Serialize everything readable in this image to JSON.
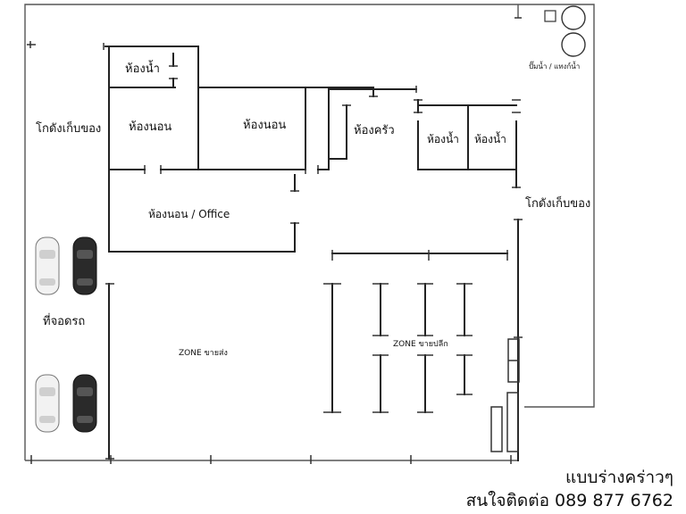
{
  "rooms": {
    "bathroom_top": "ห้องน้ำ",
    "bedroom_1": "ห้องนอน",
    "bedroom_2": "ห้องนอน",
    "kitchen": "ห้องครัว",
    "bathroom_2": "ห้องน้ำ",
    "bathroom_3": "ห้องน้ำ",
    "bedroom_office": "ห้องนอน / Office",
    "warehouse_left": "โกดังเก็บของ",
    "warehouse_right": "โกดังเก็บของ",
    "pump_tank": "ปั๊มน้ำ / แทงก์น้ำ",
    "parking": "ที่จอดรถ",
    "zone_wholesale": "ZONE ขายส่ง",
    "zone_retail": "ZONE ขายปลีก"
  },
  "footer": {
    "line1": "แบบร่างคร่าวๆ",
    "line2": "สนใจติดต่อ 089 877 6762"
  },
  "colors": {
    "wall": "#222222",
    "car_white": "#f2f2f2",
    "car_black": "#2a2a2a"
  }
}
